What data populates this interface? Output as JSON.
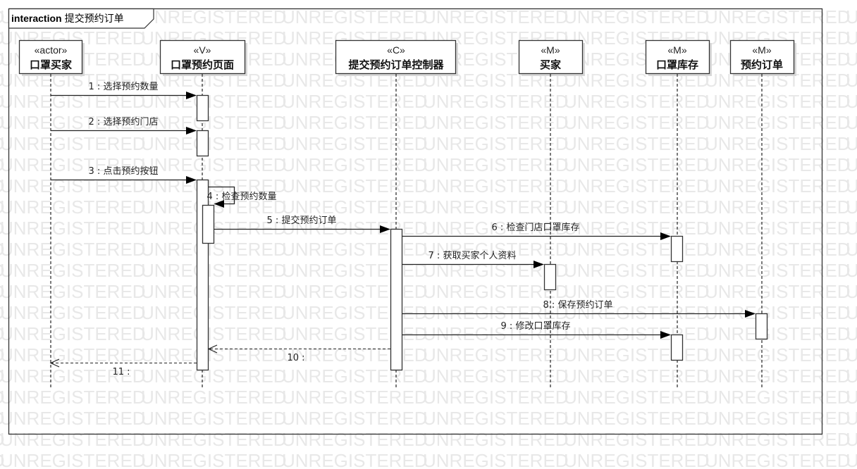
{
  "watermark": {
    "text": "UNREGISTERED"
  },
  "frame": {
    "keyword": "interaction",
    "title": "提交预约订单"
  },
  "lifelines": [
    {
      "id": "buyer-actor",
      "stereotype": "«actor»",
      "name": "口罩买家"
    },
    {
      "id": "reservation-page",
      "stereotype": "«V»",
      "name": "口罩预约页面"
    },
    {
      "id": "submit-controller",
      "stereotype": "«C»",
      "name": "提交预约订单控制器"
    },
    {
      "id": "buyer-model",
      "stereotype": "«M»",
      "name": "买家"
    },
    {
      "id": "mask-stock",
      "stereotype": "«M»",
      "name": "口罩库存"
    },
    {
      "id": "reservation-order",
      "stereotype": "«M»",
      "name": "预约订单"
    }
  ],
  "messages": [
    {
      "seq": "1",
      "label": "1 : 选择预约数量",
      "from": "buyer-actor",
      "to": "reservation-page",
      "kind": "sync"
    },
    {
      "seq": "2",
      "label": "2 : 选择预约门店",
      "from": "buyer-actor",
      "to": "reservation-page",
      "kind": "sync"
    },
    {
      "seq": "3",
      "label": "3 : 点击预约按钮",
      "from": "buyer-actor",
      "to": "reservation-page",
      "kind": "sync"
    },
    {
      "seq": "4",
      "label": "4 : 检查预约数量",
      "from": "reservation-page",
      "to": "reservation-page",
      "kind": "self"
    },
    {
      "seq": "5",
      "label": "5 : 提交预约订单",
      "from": "reservation-page",
      "to": "submit-controller",
      "kind": "sync"
    },
    {
      "seq": "6",
      "label": "6 : 检查门店口罩库存",
      "from": "submit-controller",
      "to": "mask-stock",
      "kind": "sync"
    },
    {
      "seq": "7",
      "label": "7 : 获取买家个人资料",
      "from": "submit-controller",
      "to": "buyer-model",
      "kind": "sync"
    },
    {
      "seq": "8",
      "label": "8 : 保存预约订单",
      "from": "submit-controller",
      "to": "reservation-order",
      "kind": "sync"
    },
    {
      "seq": "9",
      "label": "9 : 修改口罩库存",
      "from": "submit-controller",
      "to": "mask-stock",
      "kind": "sync"
    },
    {
      "seq": "10",
      "label": "10 :",
      "from": "submit-controller",
      "to": "reservation-page",
      "kind": "return"
    },
    {
      "seq": "11",
      "label": "11 :",
      "from": "reservation-page",
      "to": "buyer-actor",
      "kind": "return"
    }
  ]
}
